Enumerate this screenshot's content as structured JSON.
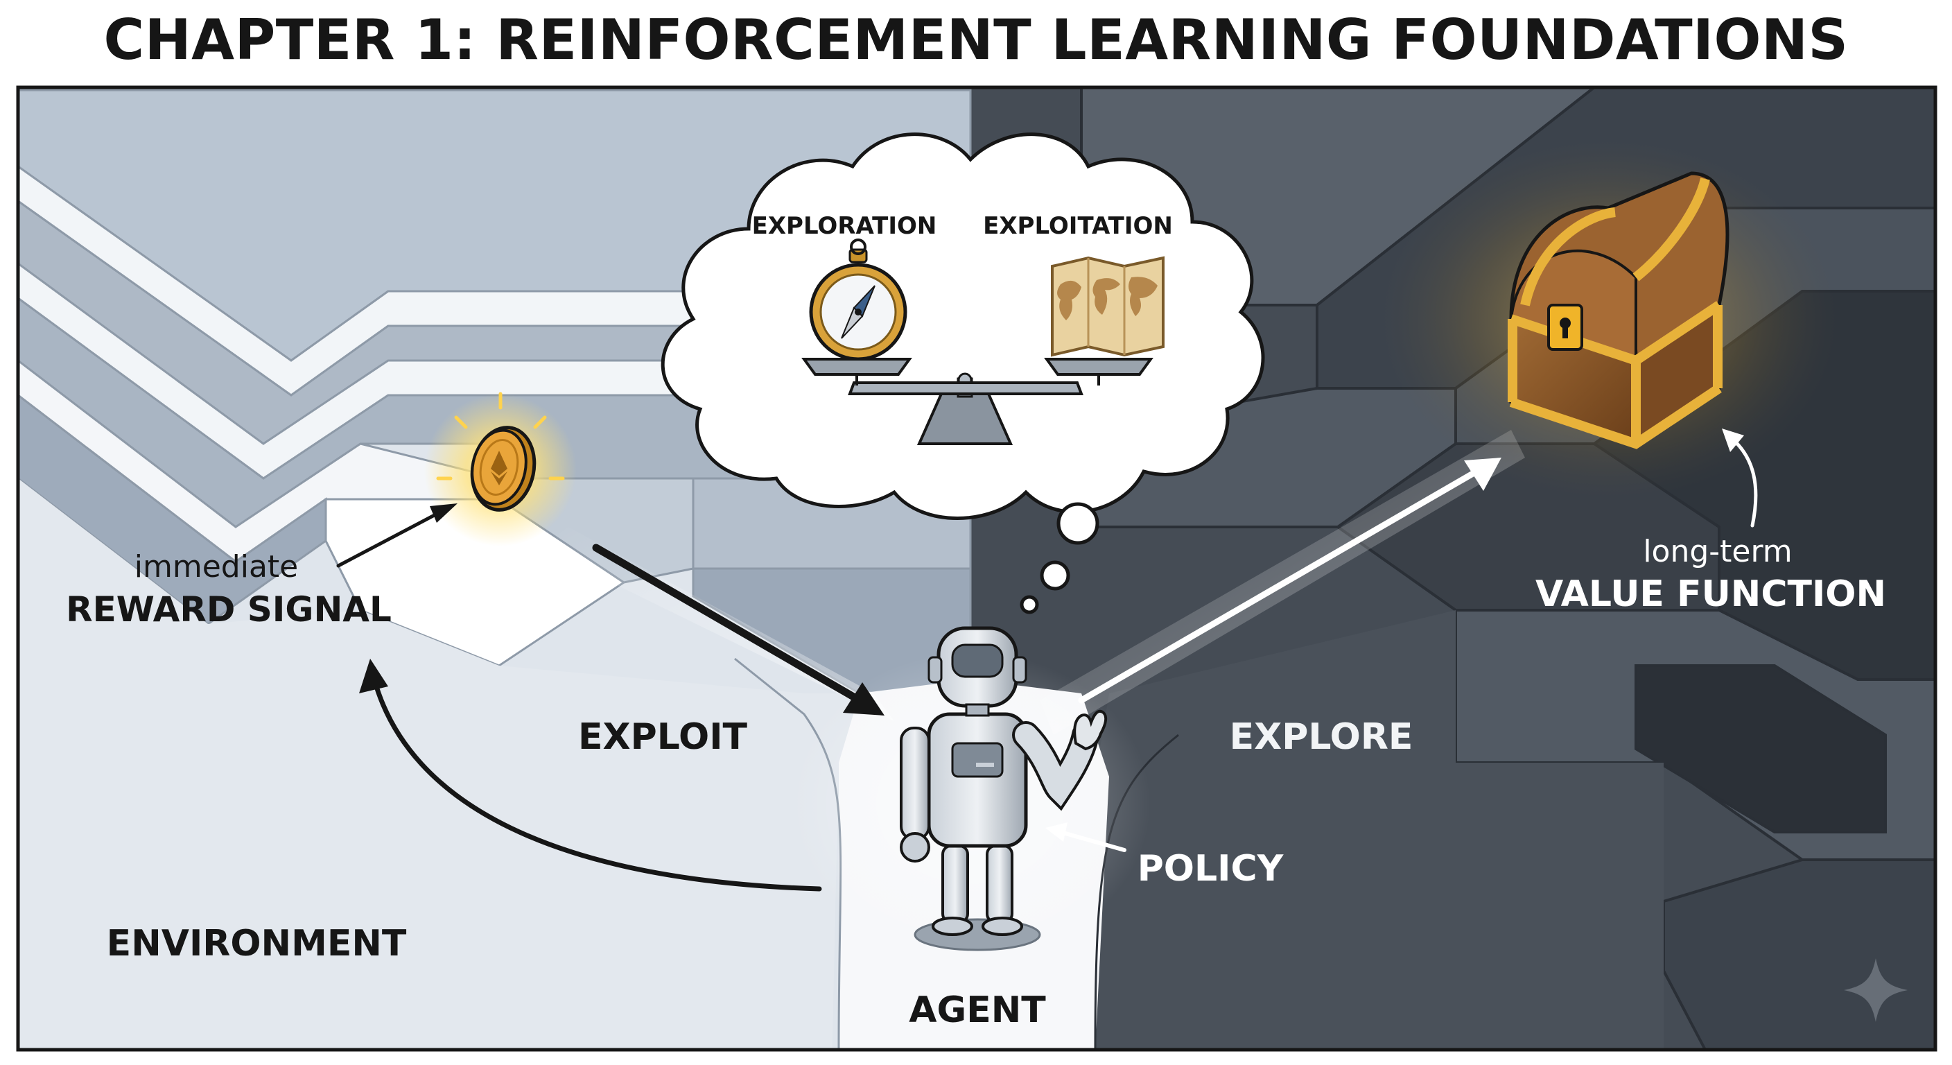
{
  "title": "CHAPTER 1: REINFORCEMENT LEARNING FOUNDATIONS",
  "thought_bubble": {
    "left_label": "EXPLORATION",
    "right_label": "EXPLOITATION",
    "left_icon": "compass-icon",
    "right_icon": "world-map-icon",
    "center_icon": "balance-scale-icon"
  },
  "labels": {
    "reward_prefix": "immediate",
    "reward_main": "REWARD SIGNAL",
    "value_prefix": "long-term",
    "value_main": "VALUE FUNCTION",
    "exploit": "EXPLOIT",
    "explore": "EXPLORE",
    "policy": "POLICY",
    "environment": "ENVIRONMENT",
    "agent": "AGENT"
  },
  "icons": {
    "reward": "gold-coin-icon",
    "value": "treasure-chest-icon",
    "agent": "robot-icon",
    "watermark": "sparkle-icon"
  },
  "colors": {
    "light_side": "#dfe5ec",
    "dark_side": "#454c55",
    "gold": "#f0b429",
    "ink": "#161616"
  }
}
